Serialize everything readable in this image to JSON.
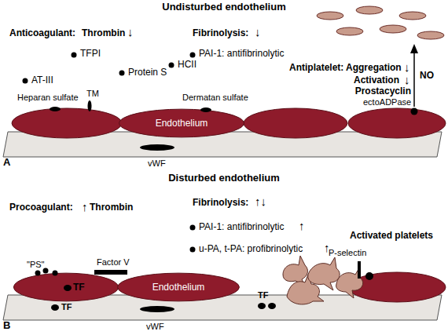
{
  "diagram": {
    "nodes": [
      {
        "text": [
          "Endothelium"
        ]
      },
      {
        "text": [
          "TF"
        ]
      },
      {
        "text": [
          "Endothelium"
        ]
      }
    ],
    "labels": [
      "Undisturbed endothelium",
      "Anticoagulant:",
      "Thrombin",
      "↓",
      "Fibrinolysis:",
      "↓",
      "TFPI",
      "PAI-1: antifibrinolytic",
      "AT-III",
      "Protein S",
      "HCII",
      "Antiplatelet:",
      "Aggregation",
      "↓",
      "Activation",
      "↓",
      "NO",
      "Prostacyclin",
      "Heparan sulfate",
      "TM",
      "Dermatan sulfate",
      "ectoADPase",
      "vWF",
      "A",
      "Disturbed endothelium",
      "Procoagulant:",
      "↑",
      "Thrombin",
      "Fibrinolysis:",
      "↑↓",
      "PAI-1: antifibrinolytic",
      "↑",
      "u-PA, t-PA: profibrinolytic",
      "↑",
      "Activated platelets",
      "\"PS\"",
      "Factor V",
      "TF",
      "vWF",
      "TF",
      "P-selectin",
      "B"
    ]
  }
}
